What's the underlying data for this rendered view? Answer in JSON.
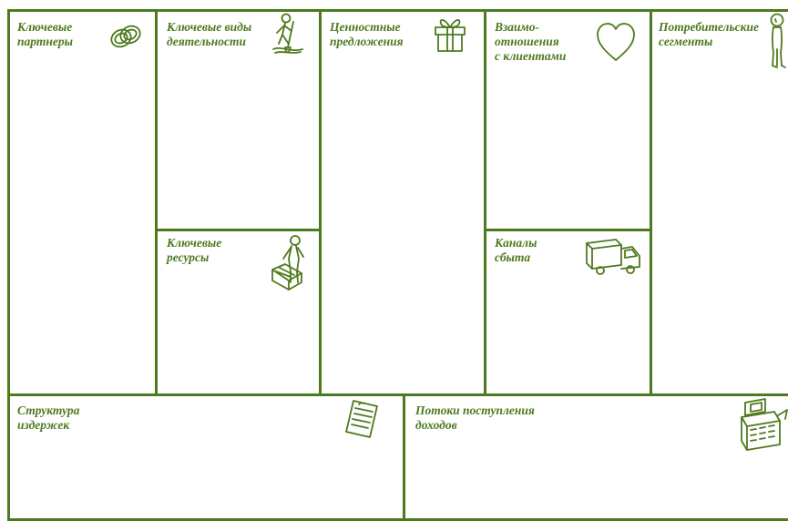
{
  "canvas": {
    "accent_color": "#4e7a1e",
    "blocks": {
      "key_partners": {
        "title": "Ключевые\nпартнеры",
        "icon": "rings-icon"
      },
      "key_activities": {
        "title": "Ключевые виды\nдеятельности",
        "icon": "digging-person-icon"
      },
      "key_resources": {
        "title": "Ключевые\nресурсы",
        "icon": "person-with-box-icon"
      },
      "value_propositions": {
        "title": "Ценностные\nпредложения",
        "icon": "gift-icon"
      },
      "customer_relationships": {
        "title": "Взаимо-\nотношения\nс клиентами",
        "icon": "heart-icon"
      },
      "channels": {
        "title": "Каналы\nсбыта",
        "icon": "truck-icon"
      },
      "customer_segments": {
        "title": "Потребительские\nсегменты",
        "icon": "person-icon"
      },
      "cost_structure": {
        "title": "Структура\nиздержек",
        "icon": "document-icon"
      },
      "revenue_streams": {
        "title": "Потоки поступления\nдоходов",
        "icon": "cash-register-icon"
      }
    }
  }
}
